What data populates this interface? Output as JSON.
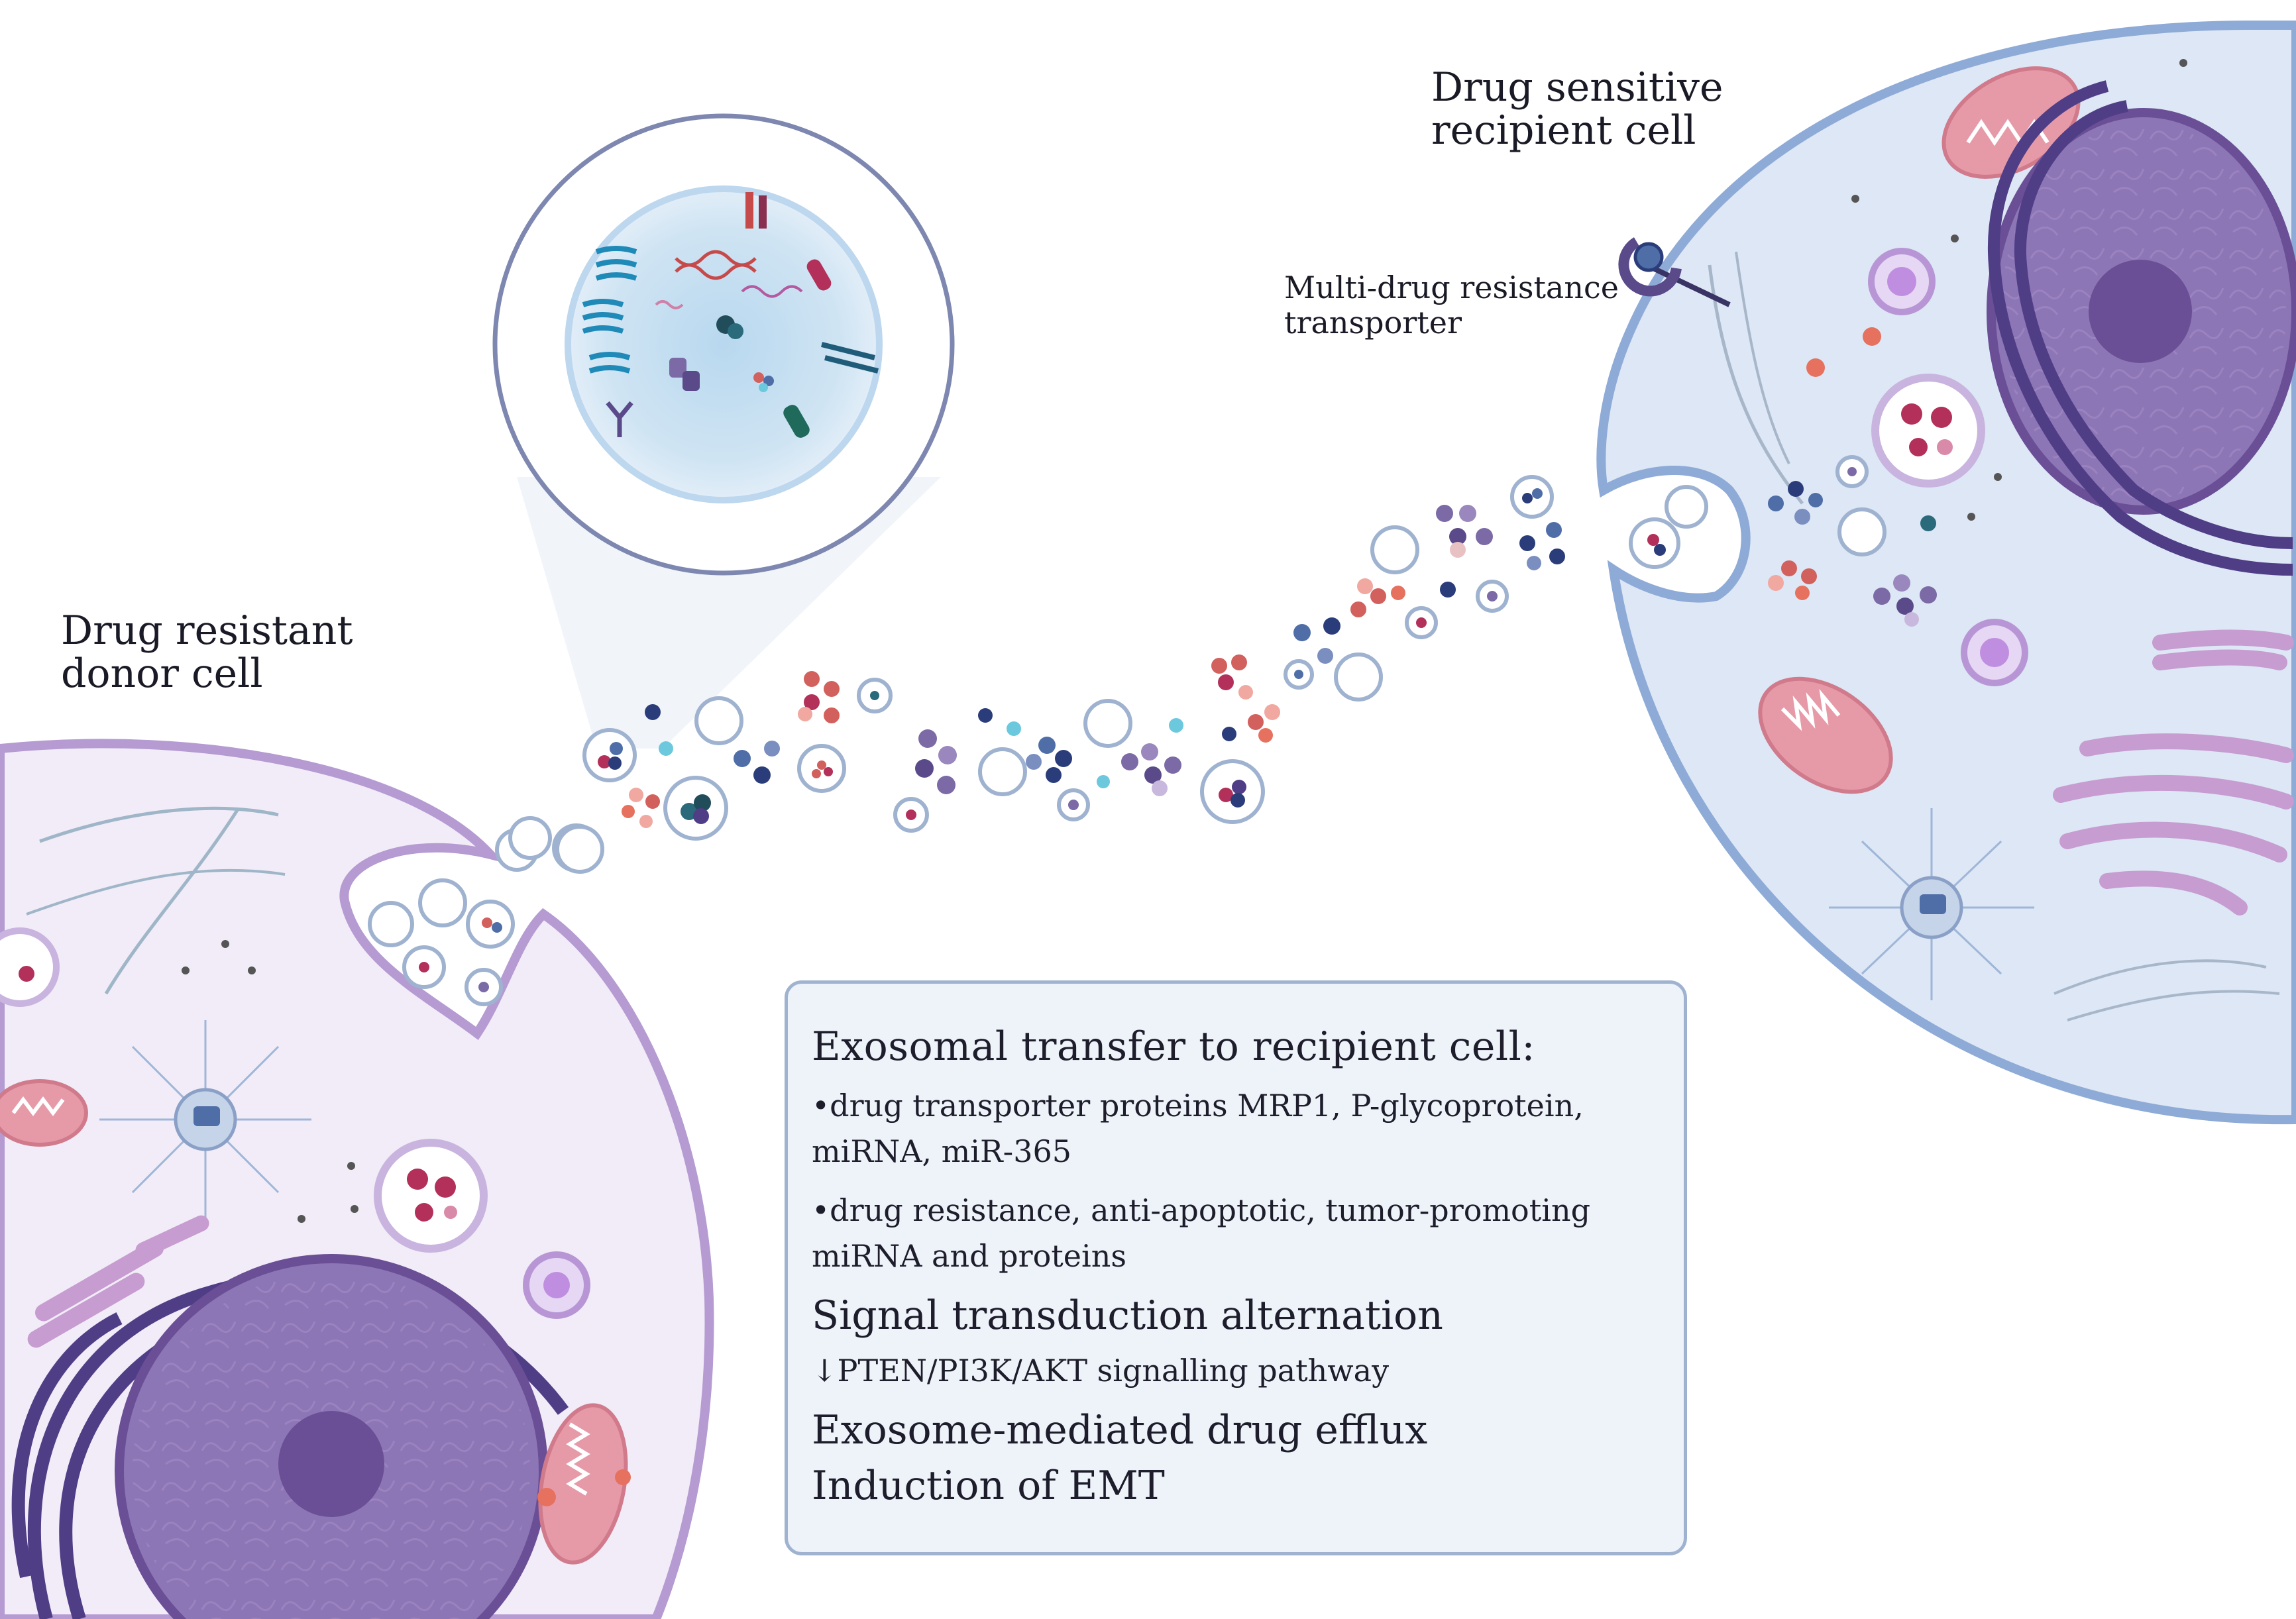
{
  "labels": {
    "donor_title": [
      "Drug resistant",
      "donor cell"
    ],
    "recipient_title": [
      "Drug sensitive",
      "recipient cell"
    ],
    "mdr_transporter": [
      "Multi-drug resistance",
      "transporter"
    ]
  },
  "info_box": {
    "heading": "Exosomal transfer to recipient cell:",
    "bullets": [
      [
        "•drug transporter proteins MRP1, P-glycoprotein,",
        "miRNA, miR-365"
      ],
      [
        "•drug resistance, anti-apoptotic, tumor-promoting",
        "miRNA and proteins"
      ]
    ],
    "signal_heading": "Signal transduction alternation",
    "signal_detail": "↓PTEN/PI3K/AKT signalling pathway",
    "efflux_heading": "Exosome-mediated drug efflux",
    "emt_heading": "Induction of EMT"
  },
  "colors": {
    "donor_cytoplasm": "#f1ecf7",
    "donor_membrane": "#b59bd2",
    "recipient_cytoplasm": "#dde7f5",
    "recipient_membrane": "#8eaad6",
    "nucleus": "#7f64a8",
    "nucleolus": "#6a4f96",
    "er": "#4f3d86",
    "mitochondria": "#e69aa8",
    "golgi": "#c79cd0",
    "exosome_red": "#d2605d",
    "exosome_blue": "#4f6ea7",
    "exosome_purple": "#7b6aa5",
    "exosome_cyan": "#6cc8dd"
  }
}
